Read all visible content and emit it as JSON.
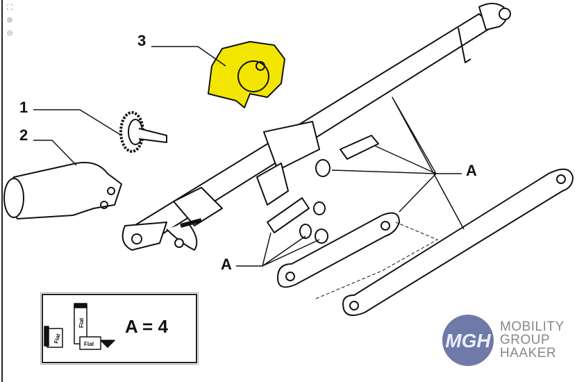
{
  "viewer_tools": {
    "fit_icon": "fit-screen-icon",
    "zoom_in_icon": "zoom-in-icon",
    "zoom_out_icon": "zoom-out-icon"
  },
  "callouts": {
    "part_1": "1",
    "part_2": "2",
    "part_3": "3",
    "group_a_upper": "A",
    "group_a_lower": "A"
  },
  "legend": {
    "text": "A = 4",
    "package_label": "Fiat"
  },
  "highlight_color": "#f2e600",
  "logo": {
    "mark": "MGH",
    "line1": "MOBILITY",
    "line2": "GROUP",
    "line3": "HAAKER",
    "circle_color": "#6f7aa8"
  }
}
